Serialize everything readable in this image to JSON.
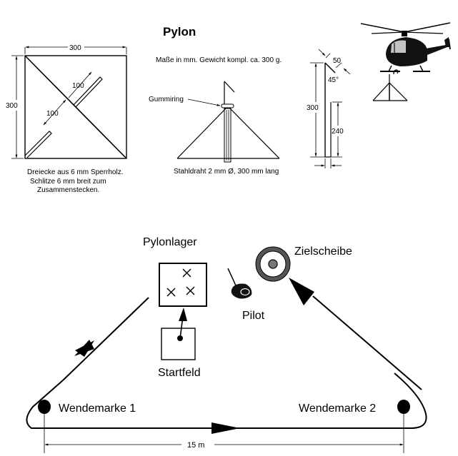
{
  "title": "Pylon",
  "note": "Maße in mm. Gewicht kompl. ca. 300 g.",
  "plate": {
    "dim_width": "300",
    "dim_height": "300",
    "dim_slot_upper": "100",
    "dim_slot_lower": "100",
    "caption_lines": [
      "Dreiecke aus 6 mm Sperrholz.",
      "Schlitze 6 mm breit zum",
      "Zusammenstecken."
    ]
  },
  "assembly": {
    "label_ring": "Gummiring",
    "caption": "Stahldraht 2 mm Ø, 300 mm lang"
  },
  "wire": {
    "dim_hook": "50",
    "dim_angle": "45°",
    "dim_total": "300",
    "dim_lower": "240"
  },
  "illustration": {
    "icon": "helicopter-carrying-pylon"
  },
  "course": {
    "label_pylon_store": "Pylonlager",
    "label_target": "Zielscheibe",
    "label_pilot": "Pilot",
    "label_start": "Startfeld",
    "label_turn1": "Wendemarke 1",
    "label_turn2": "Wendemarke 2",
    "dim_distance": "15 m"
  },
  "colors": {
    "ink": "#000000",
    "target_ring": "#555555",
    "background": "#ffffff"
  }
}
